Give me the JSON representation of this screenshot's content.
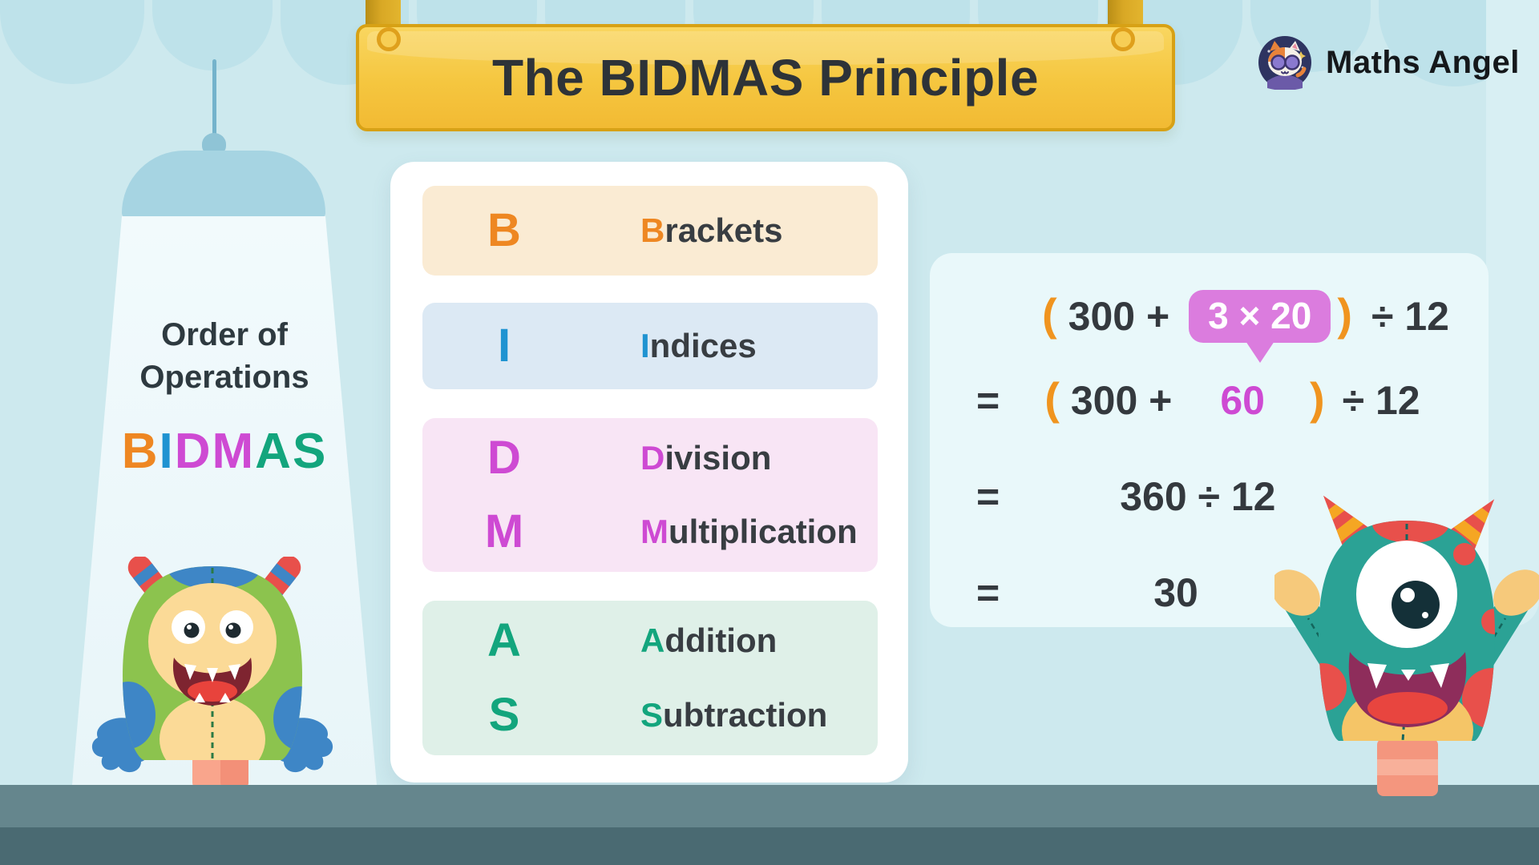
{
  "header": {
    "title": "The BIDMAS Principle"
  },
  "brand": {
    "name": "Maths Angel",
    "logo_icon": "cat-with-sunglasses-icon"
  },
  "spotlight": {
    "line1": "Order of",
    "line2": "Operations",
    "acronym": [
      "B",
      "I",
      "D",
      "M",
      "A",
      "S"
    ]
  },
  "bidmas_card": {
    "rows": [
      {
        "letter": "B",
        "word_initial": "B",
        "word_rest": "rackets"
      },
      {
        "letter": "I",
        "word_initial": "I",
        "word_rest": "ndices"
      },
      {
        "letter": "D",
        "word_initial": "D",
        "word_rest": "ivision",
        "letter2": "M",
        "word2_initial": "M",
        "word2_rest": "ultiplication"
      },
      {
        "letter": "A",
        "word_initial": "A",
        "word_rest": "ddition",
        "letter2": "S",
        "word2_initial": "S",
        "word2_rest": "ubtraction"
      }
    ]
  },
  "example_card": {
    "line1": {
      "open_paren": "(",
      "expr_left": "300 +",
      "highlight": "3 × 20",
      "close_paren": ")",
      "suffix": "÷ 12"
    },
    "line2": {
      "equals": "=",
      "open_paren": "(",
      "expr_left": "300 +",
      "result": "60",
      "close_paren": ")",
      "suffix": "÷ 12"
    },
    "line3": {
      "equals": "=",
      "expr": "360 ÷ 12"
    },
    "line4": {
      "equals": "=",
      "result": "30"
    }
  },
  "characters": {
    "left": "green-monster-puppet",
    "right": "teal-one-eyed-monster-puppet"
  },
  "colors": {
    "background": "#CDE9EE",
    "scallop": "#BEE2EA",
    "sign_yellow": "#F5C63F",
    "sign_border": "#D7A115",
    "accent_orange": "#EE8722",
    "accent_blue": "#1F93D1",
    "accent_magenta": "#CE4AD3",
    "accent_green": "#13A57D",
    "paren_orange": "#F0941F",
    "badge_pink": "#DB7CDE",
    "row_cream": "#FAEBD3",
    "row_lightblue": "#DCE9F4",
    "row_lightpink": "#F8E5F5",
    "row_lightgreen": "#DFF0E8",
    "example_bg": "#E9F8FA",
    "floor_top": "#65868D",
    "floor_bottom": "#4A6A72",
    "text_dark": "#34393E"
  }
}
